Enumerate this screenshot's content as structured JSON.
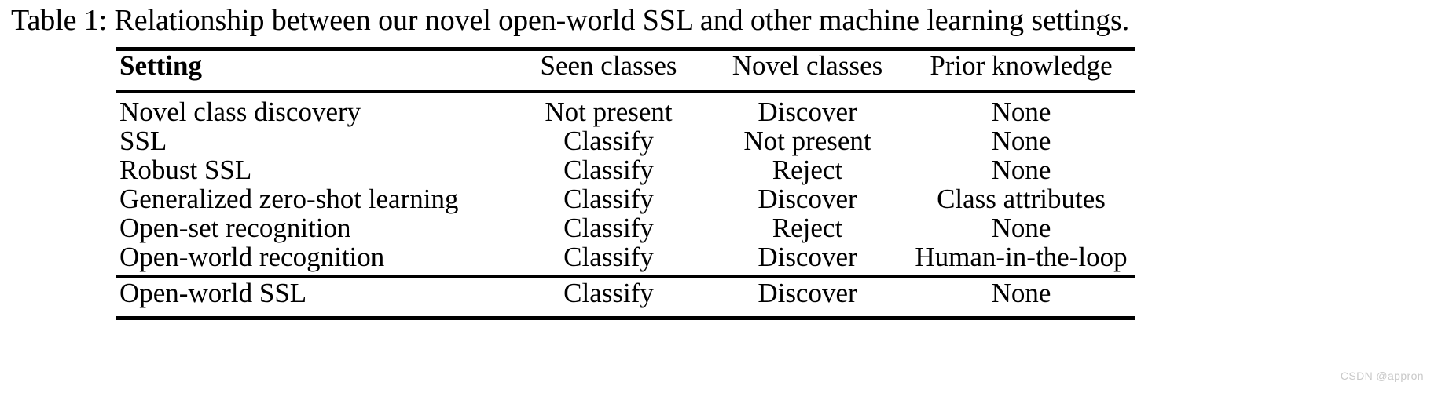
{
  "caption": "Table 1: Relationship between our novel open-world SSL and other machine learning settings.",
  "table": {
    "columns": [
      {
        "key": "setting",
        "label": "Setting",
        "align": "left",
        "bold": true
      },
      {
        "key": "seen",
        "label": "Seen classes",
        "align": "center",
        "bold": false
      },
      {
        "key": "novel",
        "label": "Novel classes",
        "align": "center",
        "bold": false
      },
      {
        "key": "prior",
        "label": "Prior knowledge",
        "align": "center",
        "bold": false
      }
    ],
    "rows": [
      {
        "setting": "Novel class discovery",
        "seen": "Not present",
        "novel": "Discover",
        "prior": "None"
      },
      {
        "setting": "SSL",
        "seen": "Classify",
        "novel": "Not present",
        "prior": "None"
      },
      {
        "setting": "Robust SSL",
        "seen": "Classify",
        "novel": "Reject",
        "prior": "None"
      },
      {
        "setting": "Generalized zero-shot learning",
        "seen": "Classify",
        "novel": "Discover",
        "prior": "Class attributes"
      },
      {
        "setting": "Open-set recognition",
        "seen": "Classify",
        "novel": "Reject",
        "prior": "None"
      },
      {
        "setting": "Open-world recognition",
        "seen": "Classify",
        "novel": "Discover",
        "prior": "Human-in-the-loop"
      }
    ],
    "final_row": {
      "setting": "Open-world SSL",
      "seen": "Classify",
      "novel": "Discover",
      "prior": "None",
      "bold_setting": true
    }
  },
  "watermark": "CSDN @appron",
  "colors": {
    "text": "#000000",
    "rule": "#000000",
    "background": "#ffffff",
    "watermark": "#c9c9c9"
  }
}
